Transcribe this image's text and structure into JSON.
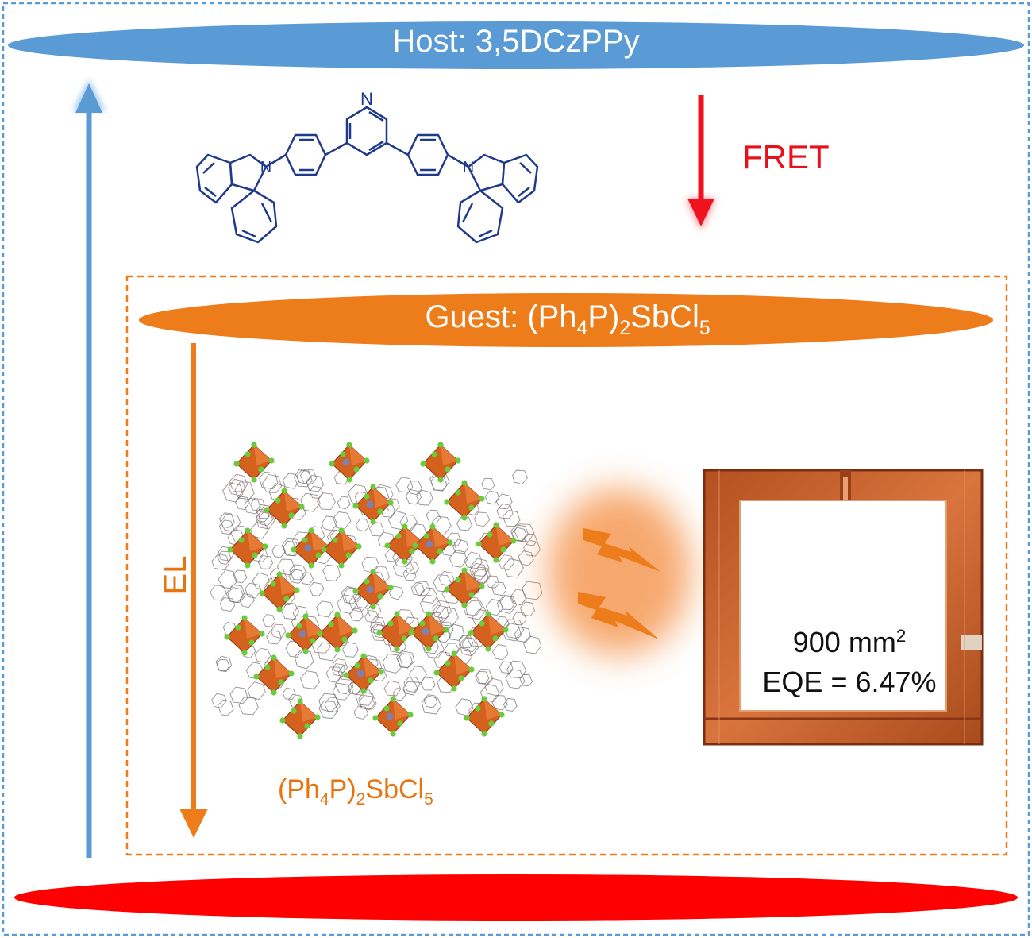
{
  "host": {
    "label": "Host: 3,5DCzPPy",
    "molecule_atom": "N"
  },
  "guest": {
    "label_prefix": "Guest: (Ph",
    "label_sub1": "4",
    "label_mid": "P)",
    "label_sub2": "2",
    "label_mid2": "SbCl",
    "label_sub3": "5"
  },
  "arrows": {
    "fret": "FRET",
    "el": "EL"
  },
  "crystal_caption": {
    "prefix": "(Ph",
    "sub1": "4",
    "mid": "P)",
    "sub2": "2",
    "mid2": "SbCl",
    "sub3": "5"
  },
  "device": {
    "area_value": "900 mm",
    "area_sup": "2",
    "eqe": "EQE = 6.47%"
  },
  "colors": {
    "host_blue": "#5b9bd5",
    "guest_orange": "#ed7d1a",
    "fret_red": "#f0121e",
    "bottom_red": "#ff0000",
    "molecule_blue": "#1f3a8a",
    "octahedron": "#d4621e",
    "chlorine": "#6ccb3a",
    "device_copper": "#c9622f"
  }
}
